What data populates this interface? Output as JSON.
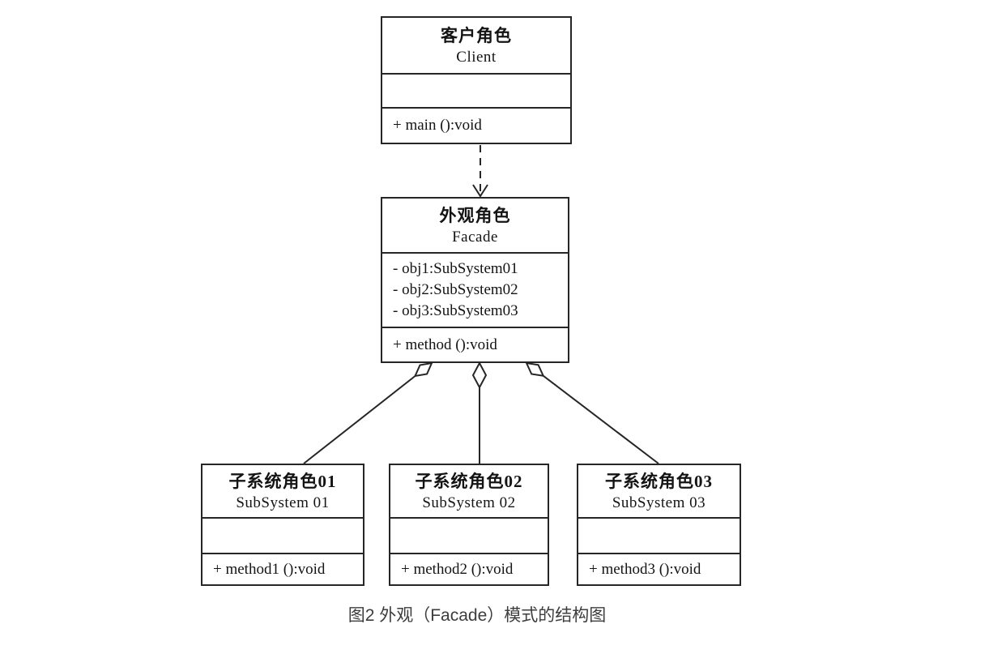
{
  "page": {
    "caption": "图2 外观（Facade）模式的结构图"
  },
  "colors": {
    "background": "#ffffff",
    "line": "#262626",
    "diagram_text": "#141414",
    "caption_text": "#3d3d3d"
  },
  "classes": [
    {
      "id": "client",
      "name_cn": "客户角色",
      "name_en": "Client",
      "attributes": [],
      "methods": [
        "+ main ():void"
      ]
    },
    {
      "id": "facade",
      "name_cn": "外观角色",
      "name_en": "Facade",
      "attributes": [
        "- obj1:SubSystem01",
        "- obj2:SubSystem02",
        "- obj3:SubSystem03"
      ],
      "methods": [
        "+ method ():void"
      ]
    },
    {
      "id": "subsystem01",
      "name_cn": "子系统角色01",
      "name_en": "SubSystem 01",
      "attributes": [],
      "methods": [
        "+ method1 ():void"
      ]
    },
    {
      "id": "subsystem02",
      "name_cn": "子系统角色02",
      "name_en": "SubSystem 02",
      "attributes": [],
      "methods": [
        "+ method2 ():void"
      ]
    },
    {
      "id": "subsystem03",
      "name_cn": "子系统角色03",
      "name_en": "SubSystem 03",
      "attributes": [],
      "methods": [
        "+ method3 ():void"
      ]
    }
  ],
  "relationships": [
    {
      "type": "dependency-dashed-arrow",
      "from": "client",
      "to": "facade"
    },
    {
      "type": "aggregation",
      "from": "facade",
      "to": "subsystem01"
    },
    {
      "type": "aggregation",
      "from": "facade",
      "to": "subsystem02"
    },
    {
      "type": "aggregation",
      "from": "facade",
      "to": "subsystem03"
    }
  ]
}
